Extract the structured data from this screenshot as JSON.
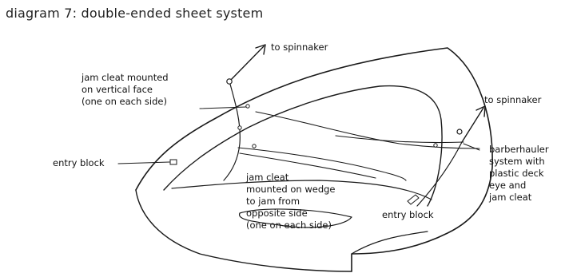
{
  "title": "diagram 7: double-ended sheet system",
  "labels": {
    "to_spinnaker_top": "to spinnaker",
    "to_spinnaker_right": "to spinnaker",
    "jam_cleat_vertical": [
      "jam cleat mounted",
      "on vertical face",
      "(one on each side)"
    ],
    "entry_block_left": "entry block",
    "jam_cleat_wedge": [
      "jam cleat",
      "mounted on wedge",
      "to jam from",
      "opposite side",
      "(one on each side)"
    ],
    "entry_block_right": "entry block",
    "barberhauler": [
      "barberhauler",
      "system with",
      "plastic deck",
      "eye and",
      "jam cleat"
    ]
  }
}
